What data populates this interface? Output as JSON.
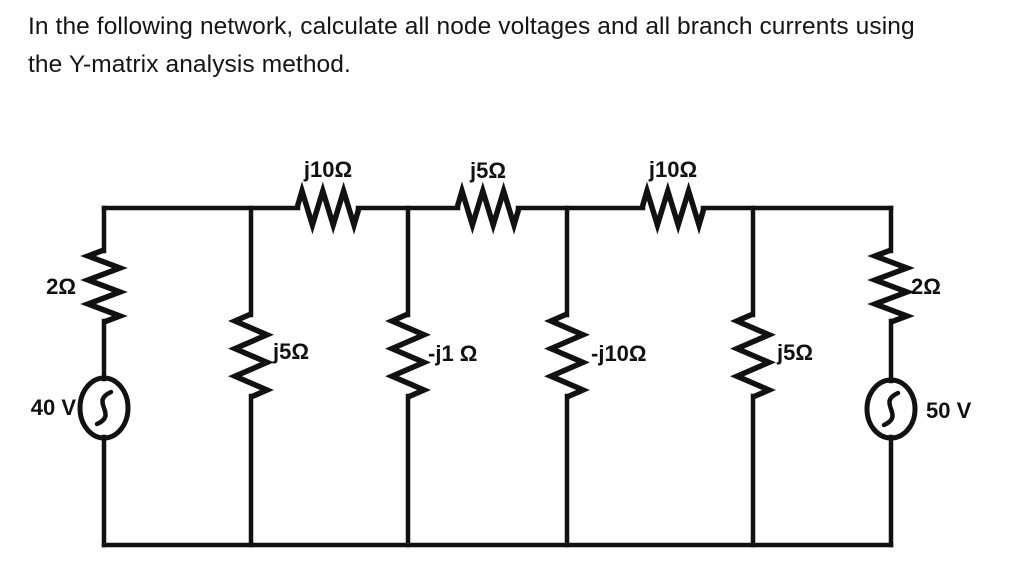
{
  "problem_statement": {
    "line1": "In the following network, calculate all node voltages and all branch currents using",
    "line2": "the Y-matrix analysis method."
  },
  "circuit": {
    "description": "AC ladder network with two voltage sources for Y-matrix nodal analysis",
    "colors": {
      "ink": "#111111",
      "background": "#ffffff"
    },
    "sources": {
      "left": {
        "label": "40 V",
        "type": "ac-voltage-source"
      },
      "right": {
        "label": "50 V",
        "type": "ac-voltage-source"
      }
    },
    "source_resistors": {
      "left": {
        "label": "2Ω"
      },
      "right": {
        "label": "2Ω"
      }
    },
    "series_impedances_top": [
      {
        "label": "j10Ω"
      },
      {
        "label": "j5Ω"
      },
      {
        "label": "j10Ω"
      }
    ],
    "shunt_impedances": [
      {
        "label": "j5Ω"
      },
      {
        "label": "-j1 Ω"
      },
      {
        "label": "-j10Ω"
      },
      {
        "label": "j5Ω"
      }
    ]
  }
}
